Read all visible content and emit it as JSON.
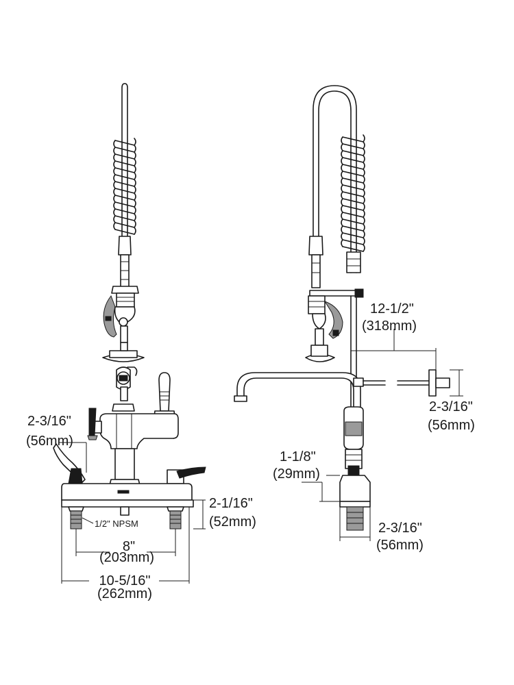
{
  "front_view": {
    "handle_offset": {
      "imperial": "2-3/16\"",
      "metric": "(56mm)"
    },
    "deck_height": {
      "imperial": "2-1/16\"",
      "metric": "(52mm)"
    },
    "inlet_thread": "1/2\" NPSM",
    "inlet_centers": {
      "imperial": "8\"",
      "metric": "(203mm)"
    },
    "overall_width": {
      "imperial": "10-5/16\"",
      "metric": "(262mm)"
    }
  },
  "side_view": {
    "spout_reach": {
      "imperial": "12-1/2\"",
      "metric": "(318mm)"
    },
    "bracket_drop": {
      "imperial": "2-3/16\"",
      "metric": "(56mm)"
    },
    "base_height": {
      "imperial": "1-1/8\"",
      "metric": "(29mm)"
    },
    "base_depth": {
      "imperial": "2-3/16\"",
      "metric": "(56mm)"
    }
  }
}
